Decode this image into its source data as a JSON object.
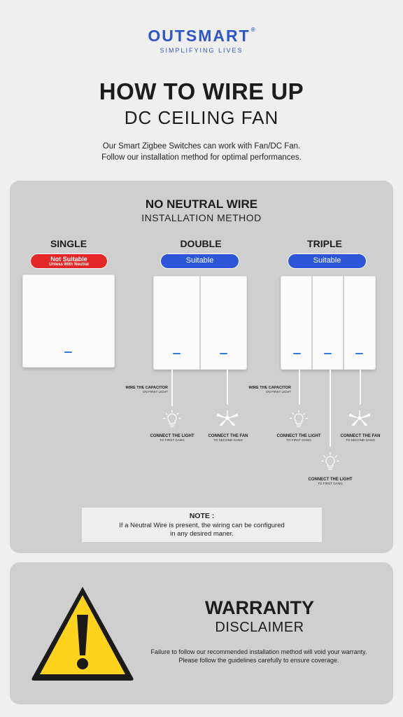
{
  "brand": {
    "name": "OUTSMART",
    "registered": "®",
    "tagline": "SIMPLIFYING LIVES"
  },
  "header": {
    "title_line1": "HOW TO WIRE UP",
    "title_line2": "DC CEILING FAN",
    "intro_line1": "Our Smart Zigbee Switches can work with Fan/DC Fan.",
    "intro_line2": "Follow our installation method for optimal performances."
  },
  "section": {
    "title": "NO NEUTRAL WIRE",
    "subtitle": "INSTALLATION METHOD"
  },
  "columns": {
    "single": {
      "title": "SINGLE",
      "badge": "Not Suitable",
      "badge_sub": "Unless With Neutral"
    },
    "double": {
      "title": "DOUBLE",
      "badge": "Suitable"
    },
    "triple": {
      "title": "TRIPLE",
      "badge": "Suitable"
    }
  },
  "labels": {
    "capacitor": "WIRE THE CAPACITOR",
    "capacitor_sub": "ON FIRST LIGHT",
    "connect_light": "CONNECT THE LIGHT",
    "connect_fan": "CONNECT THE FAN",
    "first_gang": "TO FIRST GANG",
    "second_gang": "TO SECOND GANG"
  },
  "note": {
    "title": "NOTE :",
    "line1": "If a Neutral Wire is present, the wiring can be configured",
    "line2": "in any desired maner."
  },
  "warranty": {
    "title": "WARRANTY",
    "subtitle": "DISCLAIMER",
    "line1": "Failure to follow our recommended installation method will void your warranty.",
    "line2": "Please follow the guidelines carefully to ensure coverage."
  },
  "colors": {
    "brand_blue": "#2f56c6",
    "suitable_blue": "#2c55d8",
    "not_suitable_red": "#e32626",
    "led_blue": "#2f7de2",
    "panel_gray": "#cfcfcf",
    "warning_yellow": "#ffd21e"
  },
  "icons": [
    "light-bulb-icon",
    "ceiling-fan-icon",
    "warning-triangle-icon"
  ]
}
